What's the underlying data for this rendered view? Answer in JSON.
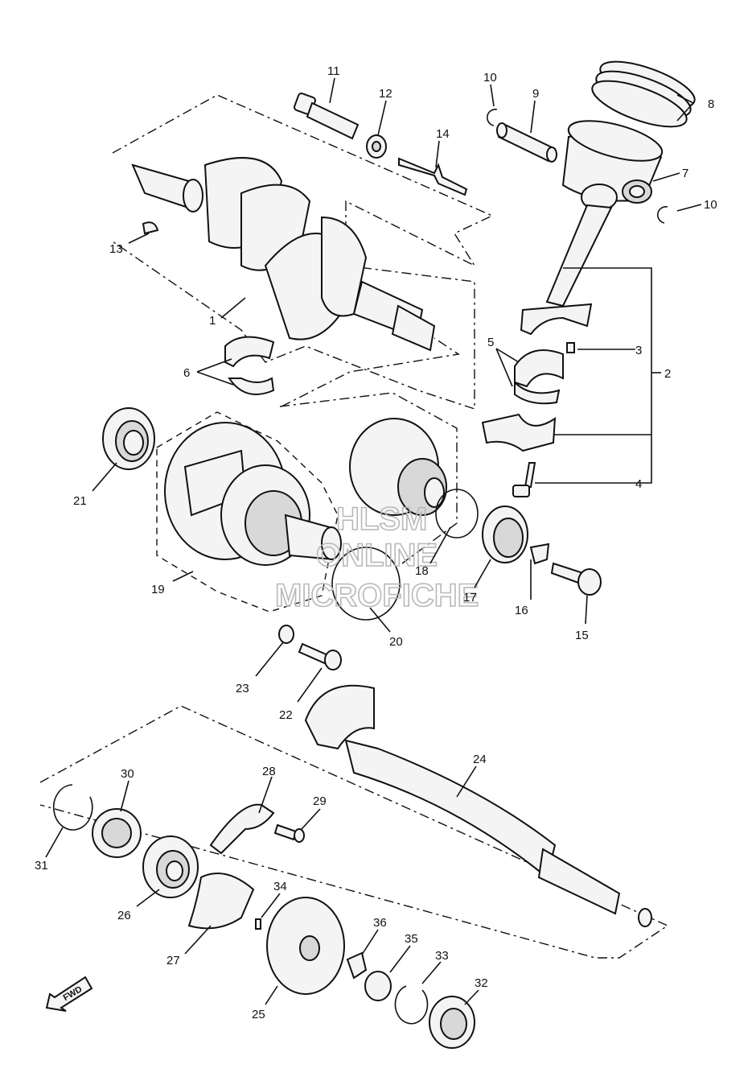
{
  "diagram": {
    "title": "",
    "watermark": [
      "HLSM",
      "ONLINE",
      "MICROFICHE"
    ],
    "fwd_label": "FWD",
    "callouts": [
      {
        "id": "c1",
        "label": "1"
      },
      {
        "id": "c2",
        "label": "2"
      },
      {
        "id": "c3",
        "label": "3"
      },
      {
        "id": "c4",
        "label": "4"
      },
      {
        "id": "c5",
        "label": "5"
      },
      {
        "id": "c6",
        "label": "6"
      },
      {
        "id": "c7",
        "label": "7"
      },
      {
        "id": "c8",
        "label": "8"
      },
      {
        "id": "c9",
        "label": "9"
      },
      {
        "id": "c10a",
        "label": "10"
      },
      {
        "id": "c10b",
        "label": "10"
      },
      {
        "id": "c11",
        "label": "11"
      },
      {
        "id": "c12",
        "label": "12"
      },
      {
        "id": "c13",
        "label": "13"
      },
      {
        "id": "c14",
        "label": "14"
      },
      {
        "id": "c15",
        "label": "15"
      },
      {
        "id": "c16",
        "label": "16"
      },
      {
        "id": "c17",
        "label": "17"
      },
      {
        "id": "c18",
        "label": "18"
      },
      {
        "id": "c19",
        "label": "19"
      },
      {
        "id": "c20",
        "label": "20"
      },
      {
        "id": "c21",
        "label": "21"
      },
      {
        "id": "c22",
        "label": "22"
      },
      {
        "id": "c23",
        "label": "23"
      },
      {
        "id": "c24",
        "label": "24"
      },
      {
        "id": "c25",
        "label": "25"
      },
      {
        "id": "c26",
        "label": "26"
      },
      {
        "id": "c27",
        "label": "27"
      },
      {
        "id": "c28",
        "label": "28"
      },
      {
        "id": "c29",
        "label": "29"
      },
      {
        "id": "c30",
        "label": "30"
      },
      {
        "id": "c31",
        "label": "31"
      },
      {
        "id": "c32",
        "label": "32"
      },
      {
        "id": "c33",
        "label": "33"
      },
      {
        "id": "c34",
        "label": "34"
      },
      {
        "id": "c35",
        "label": "35"
      },
      {
        "id": "c36",
        "label": "36"
      }
    ]
  }
}
